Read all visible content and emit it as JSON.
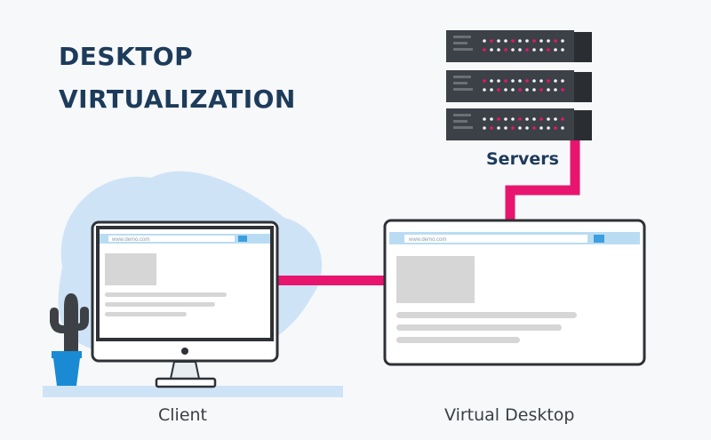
{
  "title": {
    "line1": "DESKTOP",
    "line2": "VIRTUALIZATION"
  },
  "labels": {
    "servers": "Servers",
    "client": "Client",
    "virtual_desktop": "Virtual Desktop"
  },
  "client_screen": {
    "url": "www.demo.com"
  },
  "virtual_screen": {
    "url": "www.demo.com"
  },
  "colors": {
    "title": "#1d3b5a",
    "connector": "#e8156f",
    "blob": "#cfe3f7",
    "server": "#3c4148",
    "browser_bar": "#b9dcf3",
    "placeholder": "#d6d6d6",
    "cactus": "#3d4146",
    "pot": "#1a8ad4"
  },
  "icons": [
    "server-rack-icon",
    "cactus-plant-icon",
    "desktop-monitor-icon",
    "power-button-icon"
  ]
}
